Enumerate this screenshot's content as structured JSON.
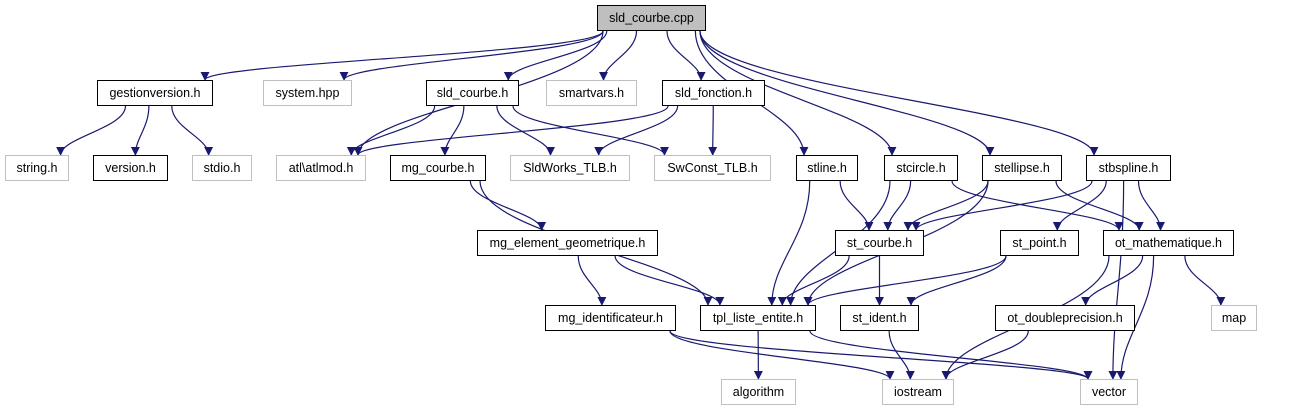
{
  "diagram": {
    "title": "sld_courbe.cpp include dependency graph",
    "colors": {
      "edge": "#191970",
      "root_fill": "#bfbfbf",
      "ext_border": "#bfbfbf",
      "node_border": "#000000"
    },
    "nodes": [
      {
        "id": "sld_courbe_cpp",
        "label": "sld_courbe.cpp",
        "kind": "root"
      },
      {
        "id": "gestionversion_h",
        "label": "gestionversion.h",
        "kind": "local"
      },
      {
        "id": "system_hpp",
        "label": "system.hpp",
        "kind": "ext"
      },
      {
        "id": "sld_courbe_h",
        "label": "sld_courbe.h",
        "kind": "local"
      },
      {
        "id": "smartvars_h",
        "label": "smartvars.h",
        "kind": "ext"
      },
      {
        "id": "sld_fonction_h",
        "label": "sld_fonction.h",
        "kind": "local"
      },
      {
        "id": "string_h",
        "label": "string.h",
        "kind": "ext"
      },
      {
        "id": "version_h",
        "label": "version.h",
        "kind": "local"
      },
      {
        "id": "stdio_h",
        "label": "stdio.h",
        "kind": "ext"
      },
      {
        "id": "atlmod_h",
        "label": "atl\\atlmod.h",
        "kind": "ext"
      },
      {
        "id": "mg_courbe_h",
        "label": "mg_courbe.h",
        "kind": "local"
      },
      {
        "id": "sldworks_tlb_h",
        "label": "SldWorks_TLB.h",
        "kind": "ext"
      },
      {
        "id": "swconst_tlb_h",
        "label": "SwConst_TLB.h",
        "kind": "ext"
      },
      {
        "id": "stline_h",
        "label": "stline.h",
        "kind": "local"
      },
      {
        "id": "stcircle_h",
        "label": "stcircle.h",
        "kind": "local"
      },
      {
        "id": "stellipse_h",
        "label": "stellipse.h",
        "kind": "local"
      },
      {
        "id": "stbspline_h",
        "label": "stbspline.h",
        "kind": "local"
      },
      {
        "id": "mg_element_geometrique_h",
        "label": "mg_element_geometrique.h",
        "kind": "local"
      },
      {
        "id": "st_courbe_h",
        "label": "st_courbe.h",
        "kind": "local"
      },
      {
        "id": "st_point_h",
        "label": "st_point.h",
        "kind": "local"
      },
      {
        "id": "ot_mathematique_h",
        "label": "ot_mathematique.h",
        "kind": "local"
      },
      {
        "id": "mg_identificateur_h",
        "label": "mg_identificateur.h",
        "kind": "local"
      },
      {
        "id": "tpl_liste_entite_h",
        "label": "tpl_liste_entite.h",
        "kind": "local"
      },
      {
        "id": "st_ident_h",
        "label": "st_ident.h",
        "kind": "local"
      },
      {
        "id": "ot_doubleprecision_h",
        "label": "ot_doubleprecision.h",
        "kind": "local"
      },
      {
        "id": "map",
        "label": "map",
        "kind": "ext"
      },
      {
        "id": "algorithm",
        "label": "algorithm",
        "kind": "ext"
      },
      {
        "id": "iostream",
        "label": "iostream",
        "kind": "ext"
      },
      {
        "id": "vector",
        "label": "vector",
        "kind": "ext"
      }
    ],
    "edges": [
      [
        "sld_courbe_cpp",
        "gestionversion_h"
      ],
      [
        "sld_courbe_cpp",
        "system_hpp"
      ],
      [
        "sld_courbe_cpp",
        "atlmod_h"
      ],
      [
        "sld_courbe_cpp",
        "sld_courbe_h"
      ],
      [
        "sld_courbe_cpp",
        "smartvars_h"
      ],
      [
        "sld_courbe_cpp",
        "sld_fonction_h"
      ],
      [
        "sld_courbe_cpp",
        "stline_h"
      ],
      [
        "sld_courbe_cpp",
        "stcircle_h"
      ],
      [
        "sld_courbe_cpp",
        "stellipse_h"
      ],
      [
        "sld_courbe_cpp",
        "stbspline_h"
      ],
      [
        "gestionversion_h",
        "string_h"
      ],
      [
        "gestionversion_h",
        "version_h"
      ],
      [
        "gestionversion_h",
        "stdio_h"
      ],
      [
        "sld_courbe_h",
        "atlmod_h"
      ],
      [
        "sld_courbe_h",
        "mg_courbe_h"
      ],
      [
        "sld_courbe_h",
        "sldworks_tlb_h"
      ],
      [
        "sld_courbe_h",
        "swconst_tlb_h"
      ],
      [
        "sld_fonction_h",
        "atlmod_h"
      ],
      [
        "sld_fonction_h",
        "sldworks_tlb_h"
      ],
      [
        "sld_fonction_h",
        "swconst_tlb_h"
      ],
      [
        "mg_courbe_h",
        "mg_element_geometrique_h"
      ],
      [
        "mg_courbe_h",
        "tpl_liste_entite_h"
      ],
      [
        "stline_h",
        "st_courbe_h"
      ],
      [
        "stline_h",
        "tpl_liste_entite_h"
      ],
      [
        "stcircle_h",
        "st_courbe_h"
      ],
      [
        "stcircle_h",
        "tpl_liste_entite_h"
      ],
      [
        "stcircle_h",
        "ot_mathematique_h"
      ],
      [
        "stellipse_h",
        "st_courbe_h"
      ],
      [
        "stellipse_h",
        "tpl_liste_entite_h"
      ],
      [
        "stellipse_h",
        "ot_mathematique_h"
      ],
      [
        "stbspline_h",
        "st_courbe_h"
      ],
      [
        "stbspline_h",
        "st_point_h"
      ],
      [
        "stbspline_h",
        "ot_mathematique_h"
      ],
      [
        "stbspline_h",
        "vector"
      ],
      [
        "mg_element_geometrique_h",
        "mg_identificateur_h"
      ],
      [
        "mg_element_geometrique_h",
        "tpl_liste_entite_h"
      ],
      [
        "st_courbe_h",
        "tpl_liste_entite_h"
      ],
      [
        "st_courbe_h",
        "st_ident_h"
      ],
      [
        "st_point_h",
        "tpl_liste_entite_h"
      ],
      [
        "st_point_h",
        "st_ident_h"
      ],
      [
        "ot_mathematique_h",
        "iostream"
      ],
      [
        "ot_mathematique_h",
        "ot_doubleprecision_h"
      ],
      [
        "ot_mathematique_h",
        "vector"
      ],
      [
        "ot_mathematique_h",
        "map"
      ],
      [
        "mg_identificateur_h",
        "iostream"
      ],
      [
        "mg_identificateur_h",
        "vector"
      ],
      [
        "tpl_liste_entite_h",
        "algorithm"
      ],
      [
        "tpl_liste_entite_h",
        "vector"
      ],
      [
        "st_ident_h",
        "iostream"
      ],
      [
        "ot_doubleprecision_h",
        "iostream"
      ]
    ]
  }
}
